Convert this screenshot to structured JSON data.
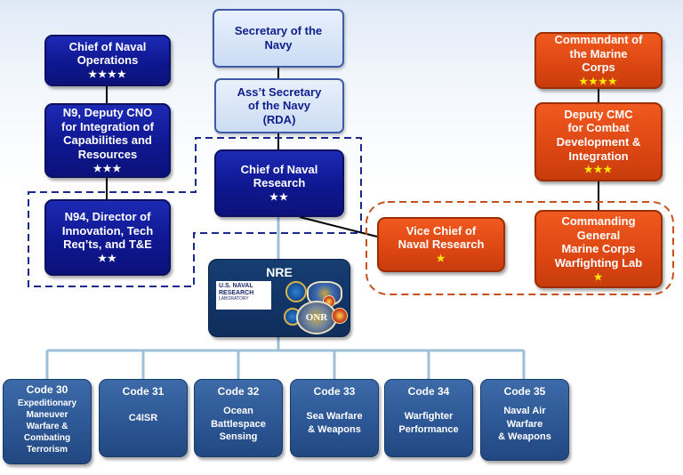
{
  "colors": {
    "navy_box": "#0f1790",
    "light_box": "#ccdcf4",
    "marine_box": "#dc4612",
    "nre_box": "#0f2e5c",
    "code_box": "#2b5593",
    "dashed_navy": "#1a2a8c",
    "dashed_orange": "#c8501e",
    "star_gold": "#ffe600"
  },
  "secnav": {
    "line1": "Secretary of the",
    "line2": "Navy"
  },
  "asn": {
    "line1": "Ass’t Secretary",
    "line2": "of the Navy",
    "line3": "(RDA)"
  },
  "cno": {
    "line1": "Chief of Naval",
    "line2": "Operations",
    "stars": "★★★★"
  },
  "n9": {
    "line1": "N9, Deputy CNO",
    "line2": "for Integration of",
    "line3": "Capabilities and",
    "line4": "Resources",
    "stars": "★★★"
  },
  "n94": {
    "line1": "N94, Director of",
    "line2": "Innovation, Tech",
    "line3": "Req’ts, and T&E",
    "stars": "★★"
  },
  "cnr": {
    "line1": "Chief of Naval",
    "line2": "Research",
    "stars": "★★"
  },
  "vcnr": {
    "line1": "Vice Chief of",
    "line2": "Naval Research",
    "stars": "★"
  },
  "cmc": {
    "line1": "Commandant of",
    "line2": "the Marine",
    "line3": "Corps",
    "stars": "★★★★"
  },
  "dcmc": {
    "line1": "Deputy CMC",
    "line2": "for Combat",
    "line3": "Development &",
    "line4": "Integration",
    "stars": "★★★"
  },
  "mcwl": {
    "line1": "Commanding",
    "line2": "General",
    "line3": "Marine Corps",
    "line4": "Warfighting Lab",
    "stars": "★"
  },
  "nre": {
    "title": "NRE",
    "nrl_line1": "U.S. NAVAL",
    "nrl_line2": "RESEARCH",
    "nrl_line3": "LABORATORY",
    "logo_text": "ONR"
  },
  "codes": [
    {
      "title": "Code 30",
      "l1": "Expeditionary",
      "l2": "Maneuver",
      "l3": "Warfare &",
      "l4": "Combating",
      "l5": "Terrorism"
    },
    {
      "title": "Code 31",
      "l1": "C4ISR",
      "l2": "",
      "l3": "",
      "l4": "",
      "l5": ""
    },
    {
      "title": "Code 32",
      "l1": "Ocean",
      "l2": "Battlespace",
      "l3": "Sensing",
      "l4": "",
      "l5": ""
    },
    {
      "title": "Code 33",
      "l1": "Sea Warfare",
      "l2": "& Weapons",
      "l3": "",
      "l4": "",
      "l5": ""
    },
    {
      "title": "Code 34",
      "l1": "Warfighter",
      "l2": "Performance",
      "l3": "",
      "l4": "",
      "l5": ""
    },
    {
      "title": "Code 35",
      "l1": "Naval Air",
      "l2": "Warfare",
      "l3": "& Weapons",
      "l4": "",
      "l5": ""
    }
  ]
}
